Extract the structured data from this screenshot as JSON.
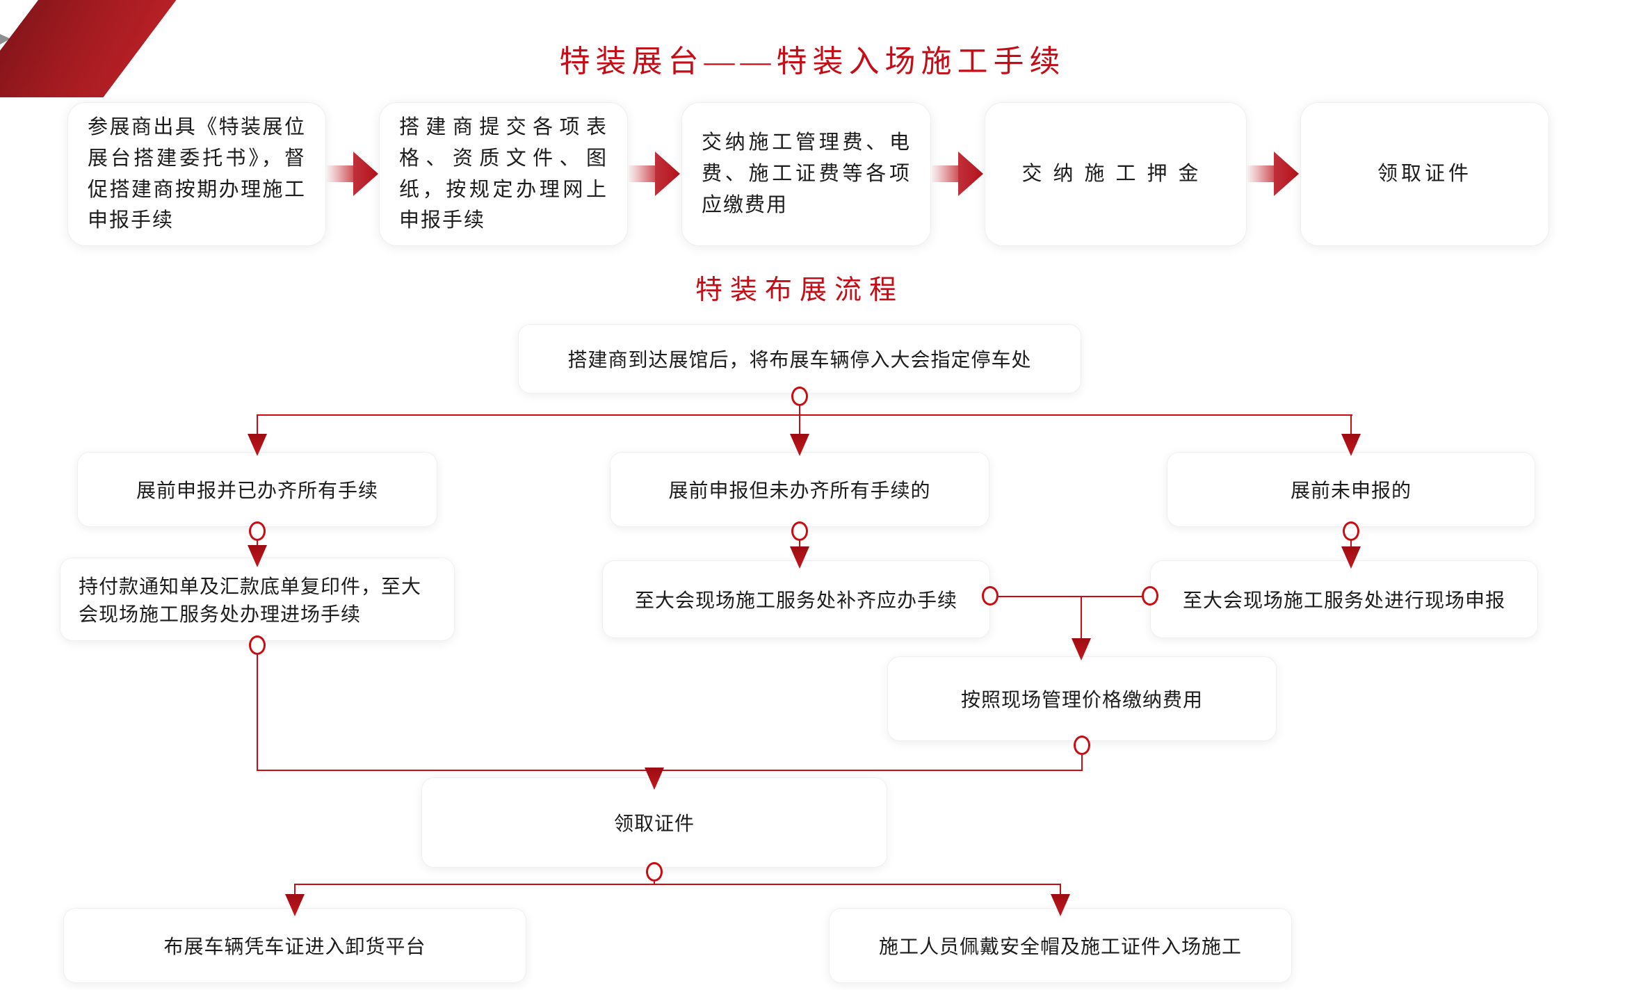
{
  "titles": {
    "section1": "特装展台——特装入场施工手续",
    "section2": "特装布展流程"
  },
  "procedure": {
    "steps": [
      {
        "label": "参展商出具《特装展位展台搭建委托书》，督促搭建商按期办理施工申报手续"
      },
      {
        "label": "搭建商提交各项表格、资质文件、图纸，按规定办理网上申报手续"
      },
      {
        "label": "交纳施工管理费、电费、施工证费等各项应缴费用"
      },
      {
        "label": "交纳施工押金"
      },
      {
        "label": "领取证件"
      }
    ]
  },
  "flow": {
    "start": "搭建商到达展馆后，将布展车辆停入大会指定停车处",
    "branch_declared_done": "展前申报并已办齐所有手续",
    "branch_declared_incomplete": "展前申报但未办齐所有手续的",
    "branch_undeclared": "展前未申报的",
    "declared_done_next": "持付款通知单及汇款底单复印件，至大会现场施工服务处办理进场手续",
    "declared_incomplete_next": "至大会现场施工服务处补齐应办手续",
    "undeclared_next": "至大会现场施工服务处进行现场申报",
    "pay_onsite": "按照现场管理价格缴纳费用",
    "get_badge": "领取证件",
    "end_vehicle": "布展车辆凭车证进入卸货平台",
    "end_worker": "施工人员佩戴安全帽及施工证件入场施工"
  },
  "colors": {
    "title_red": "#c40d17",
    "line_red": "#cc0b11",
    "arrow_red": "#b5121c",
    "corner_gradient_from": "#7d1419",
    "corner_gradient_to": "#c5242b",
    "text": "#1c1c1c",
    "box_background": "#ffffff"
  }
}
